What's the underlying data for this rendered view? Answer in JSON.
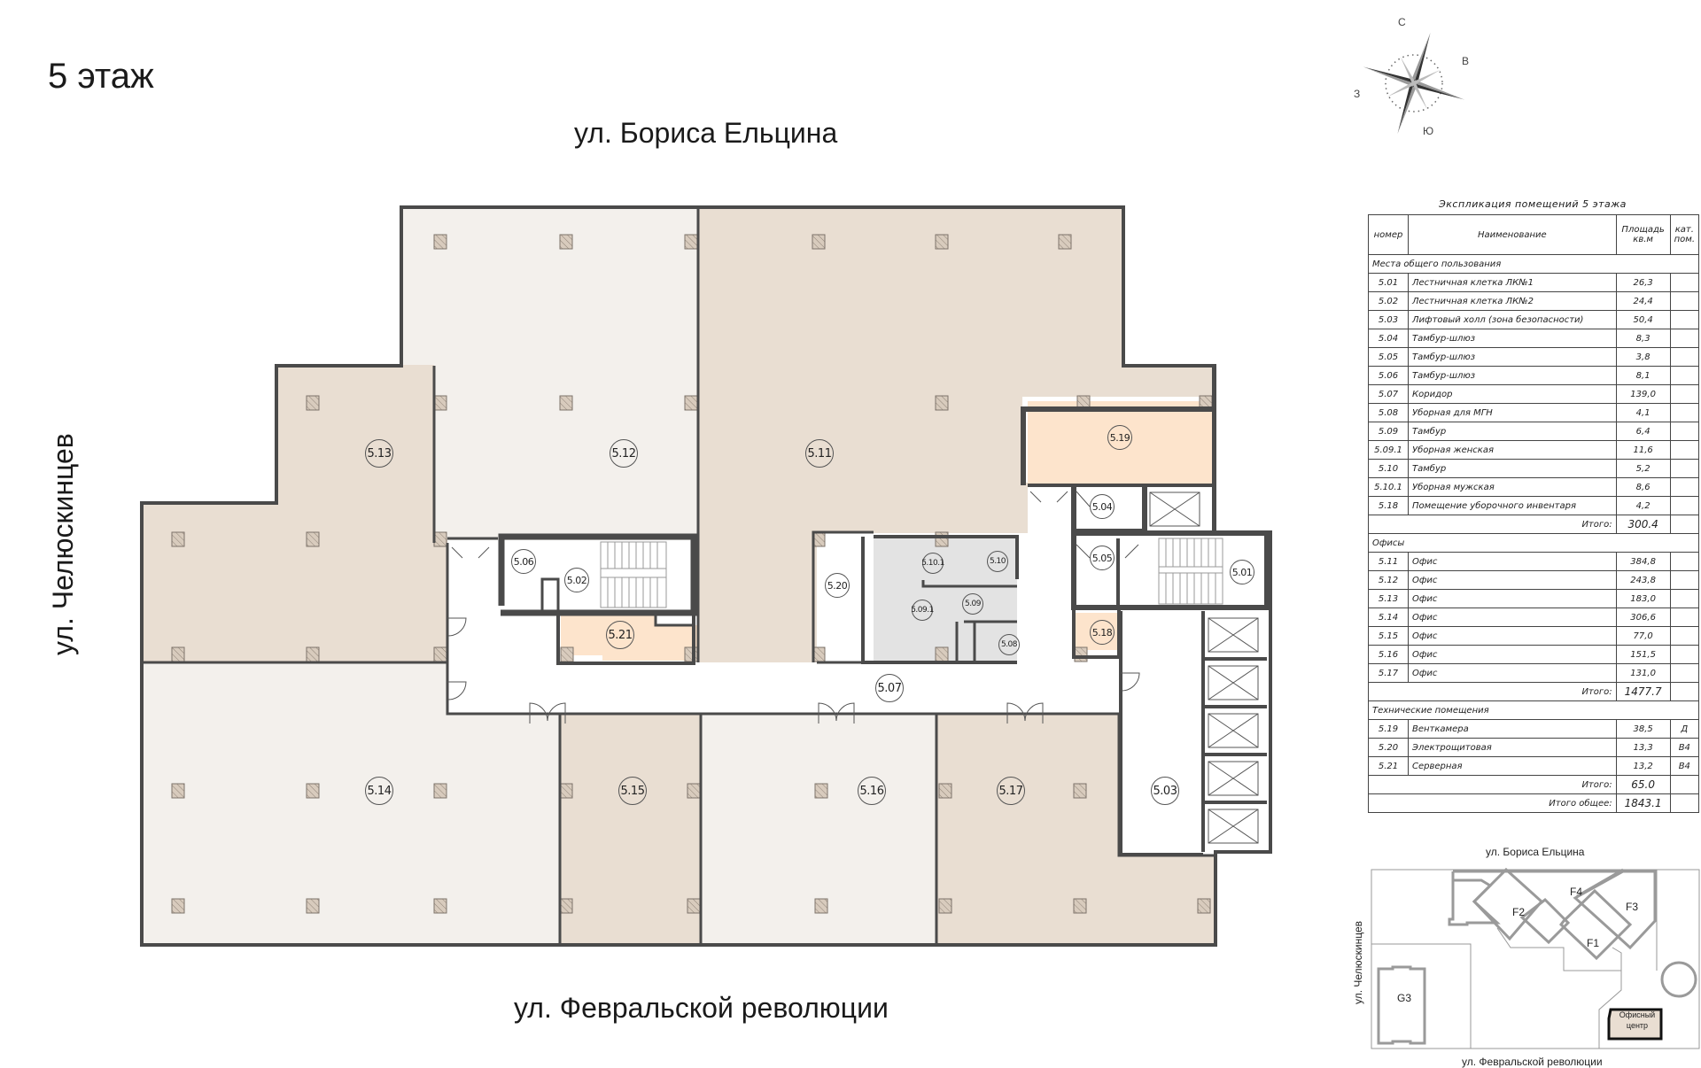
{
  "page": {
    "title": "5 этаж",
    "streets": {
      "top": "ул. Бориса Ельцина",
      "bottom": "ул. Февральской революции",
      "left": "ул. Челюскинцев"
    }
  },
  "compass": {
    "north": "С",
    "east": "В",
    "south": "Ю",
    "west": "З"
  },
  "colors": {
    "wall": "#4a4a4a",
    "office_light": "#f3f0ec",
    "office_dark": "#e9ded2",
    "technical": "#fde4cc",
    "wc": "#e3e3e3",
    "corridor": "#ffffff",
    "column": "#d8cbbd",
    "mini_highlight": "#e9ded2"
  },
  "rooms": {
    "r501": "5.01",
    "r502": "5.02",
    "r503": "5.03",
    "r504": "5.04",
    "r505": "5.05",
    "r506": "5.06",
    "r507": "5.07",
    "r508": "5.08",
    "r509": "5.09",
    "r5091": "5.09.1",
    "r510": "5.10",
    "r5101": "5.10.1",
    "r511": "5.11",
    "r512": "5.12",
    "r513": "5.13",
    "r514": "5.14",
    "r515": "5.15",
    "r516": "5.16",
    "r517": "5.17",
    "r518": "5.18",
    "r519": "5.19",
    "r520": "5.20",
    "r521": "5.21"
  },
  "explication": {
    "caption": "Экспликация помещений 5 этажа",
    "headers": {
      "num": "номер",
      "name": "Наименование",
      "area": "Площадь кв.м",
      "cat": "кат. пом."
    },
    "groups": [
      {
        "title": "Места общего пользования",
        "rows": [
          {
            "num": "5.01",
            "name": "Лестничная клетка ЛК№1",
            "area": "26,3",
            "cat": ""
          },
          {
            "num": "5.02",
            "name": "Лестничная клетка ЛК№2",
            "area": "24,4",
            "cat": ""
          },
          {
            "num": "5.03",
            "name": "Лифтовый холл (зона безопасности)",
            "area": "50,4",
            "cat": ""
          },
          {
            "num": "5.04",
            "name": "Тамбур-шлюз",
            "area": "8,3",
            "cat": ""
          },
          {
            "num": "5.05",
            "name": "Тамбур-шлюз",
            "area": "3,8",
            "cat": ""
          },
          {
            "num": "5.06",
            "name": "Тамбур-шлюз",
            "area": "8,1",
            "cat": ""
          },
          {
            "num": "5.07",
            "name": "Коридор",
            "area": "139,0",
            "cat": ""
          },
          {
            "num": "5.08",
            "name": "Уборная для МГН",
            "area": "4,1",
            "cat": ""
          },
          {
            "num": "5.09",
            "name": "Тамбур",
            "area": "6,4",
            "cat": ""
          },
          {
            "num": "5.09.1",
            "name": "Уборная женская",
            "area": "11,6",
            "cat": ""
          },
          {
            "num": "5.10",
            "name": "Тамбур",
            "area": "5,2",
            "cat": ""
          },
          {
            "num": "5.10.1",
            "name": "Уборная мужская",
            "area": "8,6",
            "cat": ""
          },
          {
            "num": "5.18",
            "name": "Помещение уборочного инвентаря",
            "area": "4,2",
            "cat": ""
          }
        ],
        "total_label": "Итого:",
        "total": "300.4"
      },
      {
        "title": "Офисы",
        "rows": [
          {
            "num": "5.11",
            "name": "Офис",
            "area": "384,8",
            "cat": ""
          },
          {
            "num": "5.12",
            "name": "Офис",
            "area": "243,8",
            "cat": ""
          },
          {
            "num": "5.13",
            "name": "Офис",
            "area": "183,0",
            "cat": ""
          },
          {
            "num": "5.14",
            "name": "Офис",
            "area": "306,6",
            "cat": ""
          },
          {
            "num": "5.15",
            "name": "Офис",
            "area": "77,0",
            "cat": ""
          },
          {
            "num": "5.16",
            "name": "Офис",
            "area": "151,5",
            "cat": ""
          },
          {
            "num": "5.17",
            "name": "Офис",
            "area": "131,0",
            "cat": ""
          }
        ],
        "total_label": "Итого:",
        "total": "1477.7"
      },
      {
        "title": "Технические помещения",
        "rows": [
          {
            "num": "5.19",
            "name": "Венткамера",
            "area": "38,5",
            "cat": "Д"
          },
          {
            "num": "5.20",
            "name": "Электрощитовая",
            "area": "13,3",
            "cat": "В4"
          },
          {
            "num": "5.21",
            "name": "Серверная",
            "area": "13,2",
            "cat": "В4"
          }
        ],
        "total_label": "Итого:",
        "total": "65.0"
      }
    ],
    "grand_total_label": "Итого общее:",
    "grand_total": "1843.1"
  },
  "minimap": {
    "street_top": "ул. Бориса Ельцина",
    "street_bottom": "ул. Февральской революции",
    "street_left": "ул. Челюскинцев",
    "buildings": {
      "f1": "F1",
      "f2": "F2",
      "f3": "F3",
      "f4": "F4",
      "g3": "G3"
    },
    "highlight_line1": "Офисный",
    "highlight_line2": "центр"
  }
}
